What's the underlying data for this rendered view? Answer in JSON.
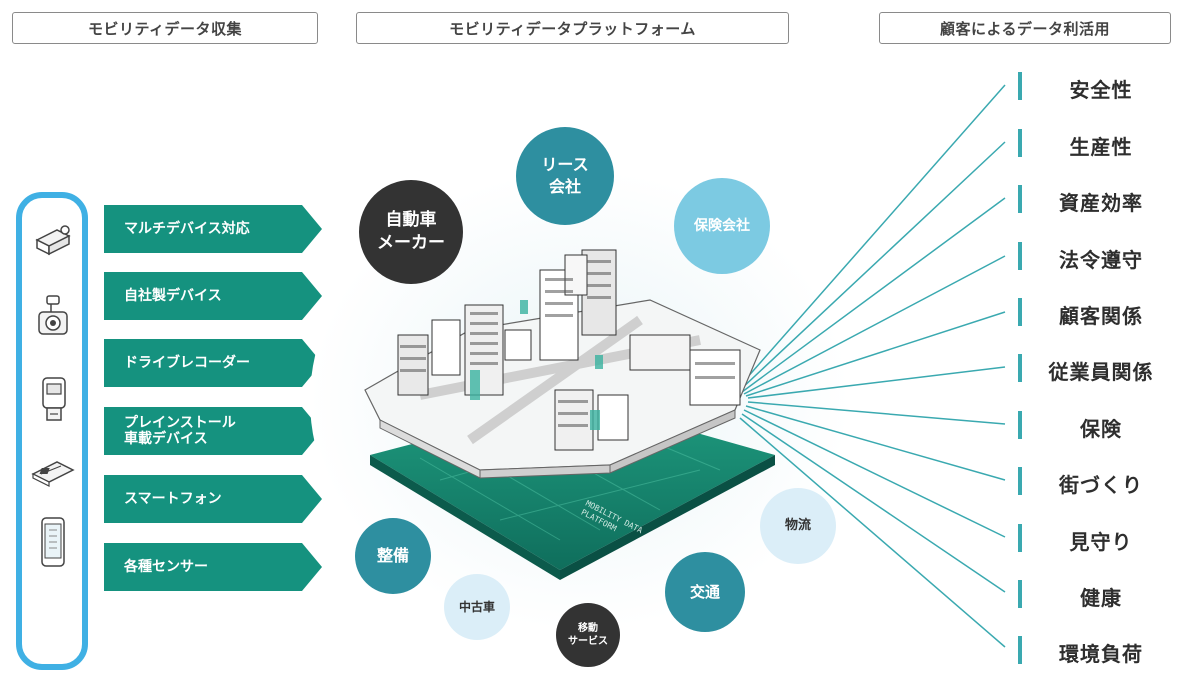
{
  "headers": {
    "collect": "モビリティデータ収集",
    "platform": "モビリティデータプラットフォーム",
    "use": "顧客によるデータ利活用"
  },
  "device_icons": [
    "cube-sensor-icon",
    "dashcam-icon",
    "obd-device-icon",
    "circuit-board-icon",
    "smartphone-icon"
  ],
  "sources": [
    "マルチデバイス対応",
    "自社製デバイス",
    "ドライブレコーダー",
    "プレインストール\n車載デバイス",
    "スマートフォン",
    "各種センサー"
  ],
  "customers": {
    "lease": "リース\n会社",
    "automaker": "自動車\nメーカー",
    "insurance": "保険会社",
    "maintenance": "整備",
    "used_car": "中古車",
    "mobility_service": "移動\nサービス",
    "traffic": "交通",
    "logistics": "物流"
  },
  "platform_board_text": "MOBILITY DATA\nPLATFORM",
  "uses": [
    "安全性",
    "生産性",
    "資産効率",
    "法令遵守",
    "顧客関係",
    "従業員関係",
    "保険",
    "街づくり",
    "見守り",
    "健康",
    "環境負荷"
  ],
  "colors": {
    "teal": "#15927f",
    "blue_frame": "#3fb0e4",
    "dark_teal_bubble": "#2e8fa0",
    "light_blue_bubble": "#7ccae2",
    "pale_blue_bubble": "#dbeef8",
    "dark_bubble": "#333333",
    "line_teal": "#3aa9b0"
  }
}
